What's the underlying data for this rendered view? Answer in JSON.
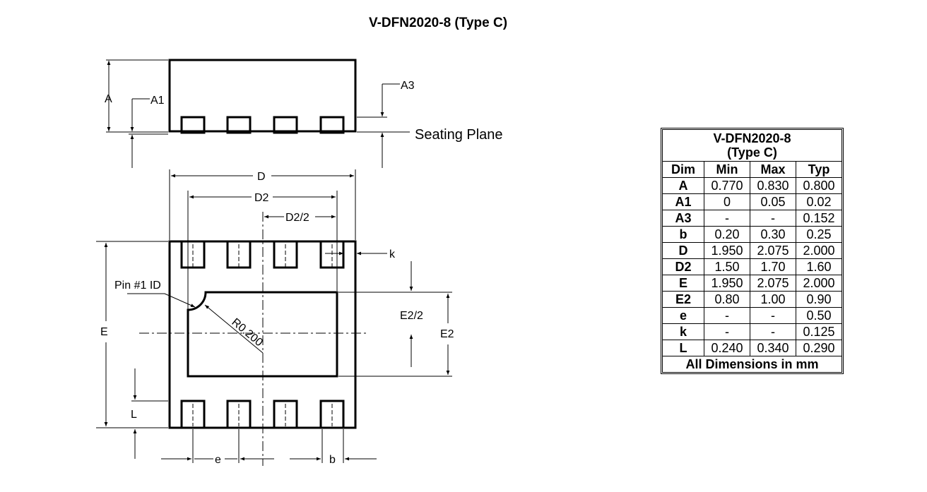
{
  "title": "V-DFN2020-8 (Type C)",
  "labels": {
    "A": "A",
    "A1": "A1",
    "A3": "A3",
    "seating": "Seating Plane",
    "D": "D",
    "D2": "D2",
    "D2half": "D2/2",
    "k": "k",
    "pin1": "Pin #1 ID",
    "E": "E",
    "E2half": "E2/2",
    "E2": "E2",
    "R": "R0.200",
    "L": "L",
    "e": "e",
    "b": "b"
  },
  "table": {
    "title_line1": "V-DFN2020-8",
    "title_line2": "(Type C)",
    "headers": [
      "Dim",
      "Min",
      "Max",
      "Typ"
    ],
    "rows": [
      [
        "A",
        "0.770",
        "0.830",
        "0.800"
      ],
      [
        "A1",
        "0",
        "0.05",
        "0.02"
      ],
      [
        "A3",
        "-",
        "-",
        "0.152"
      ],
      [
        "b",
        "0.20",
        "0.30",
        "0.25"
      ],
      [
        "D",
        "1.950",
        "2.075",
        "2.000"
      ],
      [
        "D2",
        "1.50",
        "1.70",
        "1.60"
      ],
      [
        "E",
        "1.950",
        "2.075",
        "2.000"
      ],
      [
        "E2",
        "0.80",
        "1.00",
        "0.90"
      ],
      [
        "e",
        "-",
        "-",
        "0.50"
      ],
      [
        "k",
        "-",
        "-",
        "0.125"
      ],
      [
        "L",
        "0.240",
        "0.340",
        "0.290"
      ]
    ],
    "footer": "All Dimensions in mm"
  }
}
